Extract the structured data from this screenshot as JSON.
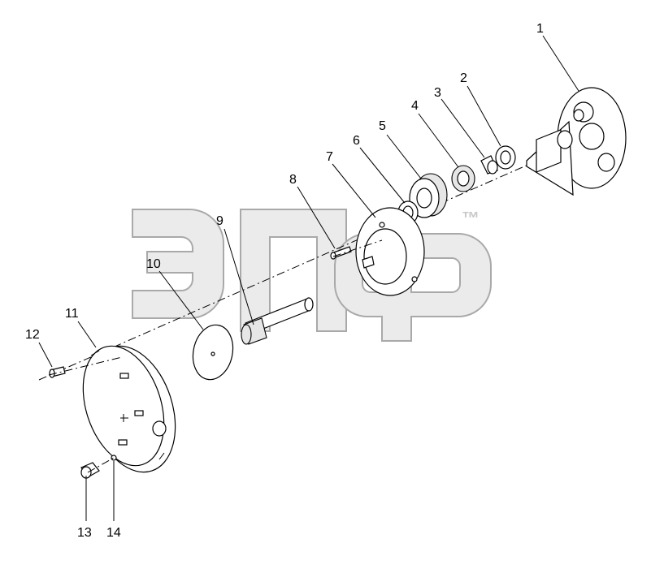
{
  "watermark": {
    "mark": "™"
  },
  "callouts": [
    "1",
    "2",
    "3",
    "4",
    "5",
    "6",
    "7",
    "8",
    "9",
    "10",
    "11",
    "12",
    "13",
    "14"
  ]
}
